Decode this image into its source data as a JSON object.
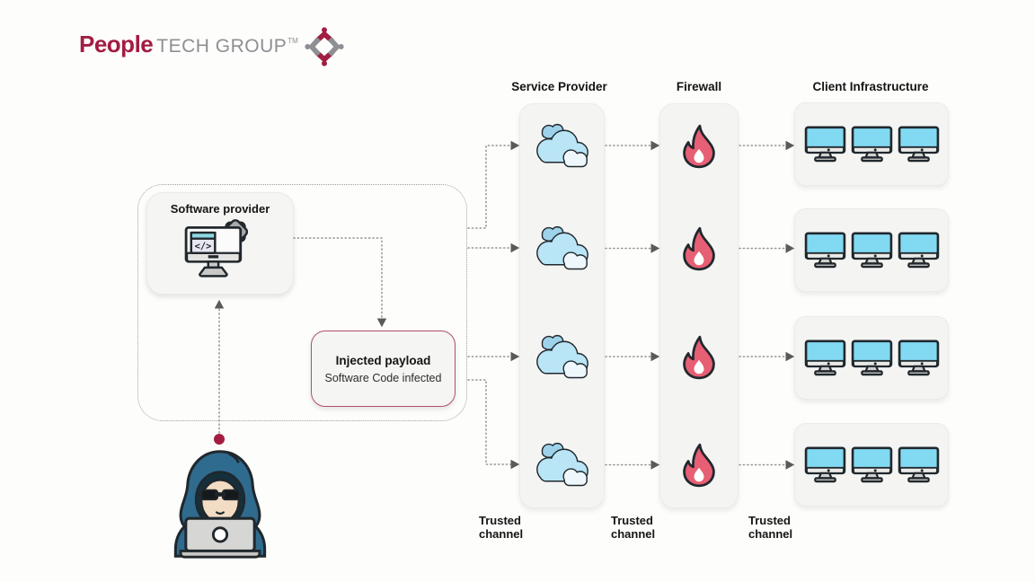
{
  "logo": {
    "brand_primary": "People",
    "brand_secondary": "TECH GROUP",
    "trademark": "TM"
  },
  "headers": {
    "service_provider": "Service Provider",
    "firewall": "Firewall",
    "client_infrastructure": "Client Infrastructure"
  },
  "flow": {
    "software_provider": {
      "label": "Software provider",
      "icon": "code-window-gear-monitor-icon",
      "code_glyph": "</>"
    },
    "injected_payload": {
      "title": "Injected payload",
      "subtitle": "Software Code infected",
      "border_color": "#b04f6d"
    },
    "attacker": {
      "icon": "hooded-hacker-laptop-icon"
    }
  },
  "service_provider_column": {
    "icon": "cloud-icon",
    "node_count": 4
  },
  "firewall_column": {
    "icon": "flame-icon",
    "node_count": 4
  },
  "client_infrastructure_column": {
    "icon": "desktop-monitor-icon",
    "group_count": 4,
    "monitors_per_group": 3
  },
  "channel_labels": [
    {
      "label": "Trusted channel"
    },
    {
      "label": "Trusted channel"
    },
    {
      "label": "Trusted channel"
    }
  ],
  "colors": {
    "brand_crimson": "#a21d42",
    "brand_gray": "#8d8f92",
    "cloud_blue": "#b9e5f6",
    "flame_pink": "#e65f74",
    "screen_cyan": "#82d9f2",
    "panel_gray": "#f4f4f2",
    "connector_gray": "#949494",
    "payload_border": "#b04f6d",
    "hoodie_teal": "#2f6b8f"
  }
}
